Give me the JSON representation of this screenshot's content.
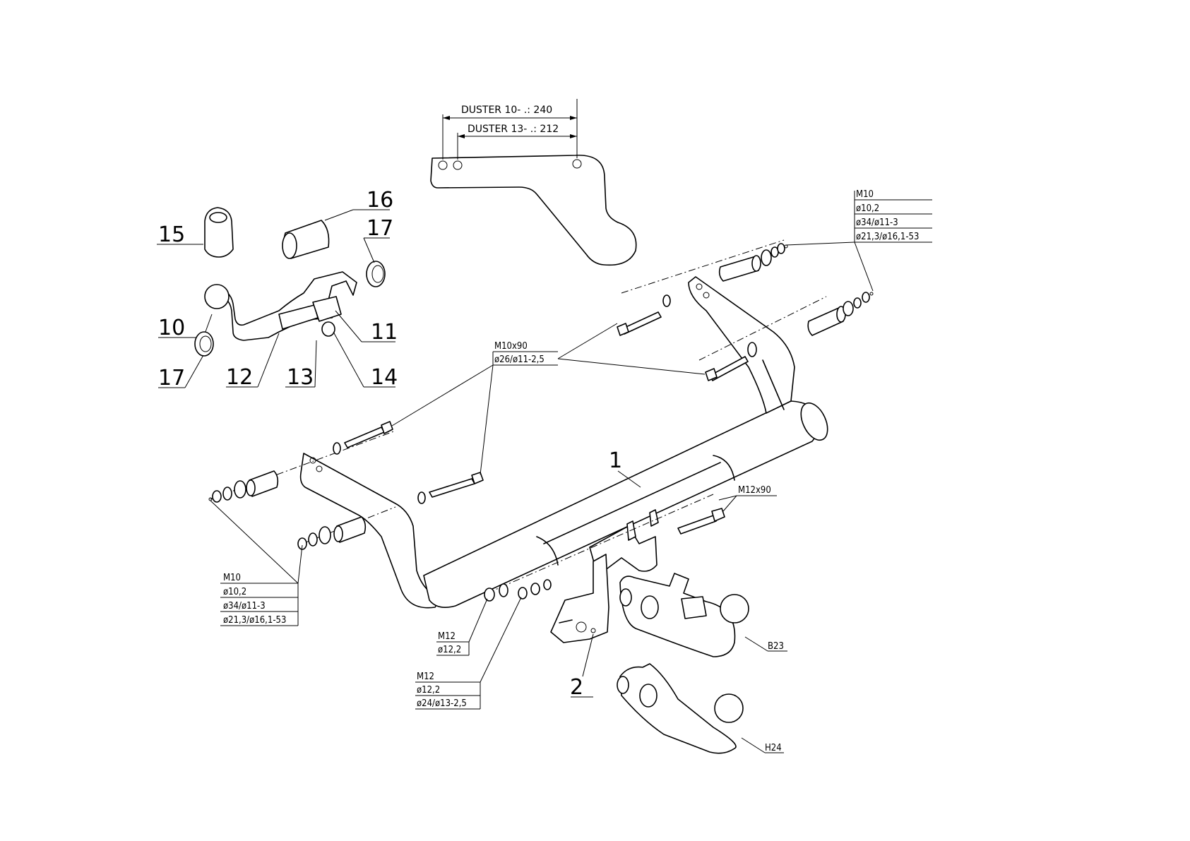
{
  "dimensions": {
    "duster_10": "DUSTER 10- .: 240",
    "duster_13": "DUSTER 13- .: 212"
  },
  "part_numbers": {
    "p1": "1",
    "p2": "2",
    "p10": "10",
    "p11": "11",
    "p12": "12",
    "p13": "13",
    "p14": "14",
    "p15": "15",
    "p16": "16",
    "p17a": "17",
    "p17b": "17",
    "b23": "B23",
    "h24": "H24"
  },
  "specs": {
    "top_right": [
      "M10",
      "ø10,2",
      "ø34/ø11-3",
      "ø21,3/ø16,1-53"
    ],
    "center_bolt": [
      "M10x90",
      "ø26/ø11-2,5"
    ],
    "left": [
      "M10",
      "ø10,2",
      "ø34/ø11-3",
      "ø21,3/ø16,1-53"
    ],
    "bolt_m12": "M12x90",
    "m12_a": [
      "M12",
      "ø12,2"
    ],
    "m12_b": [
      "M12",
      "ø12,2",
      "ø24/ø13-2,5"
    ]
  }
}
